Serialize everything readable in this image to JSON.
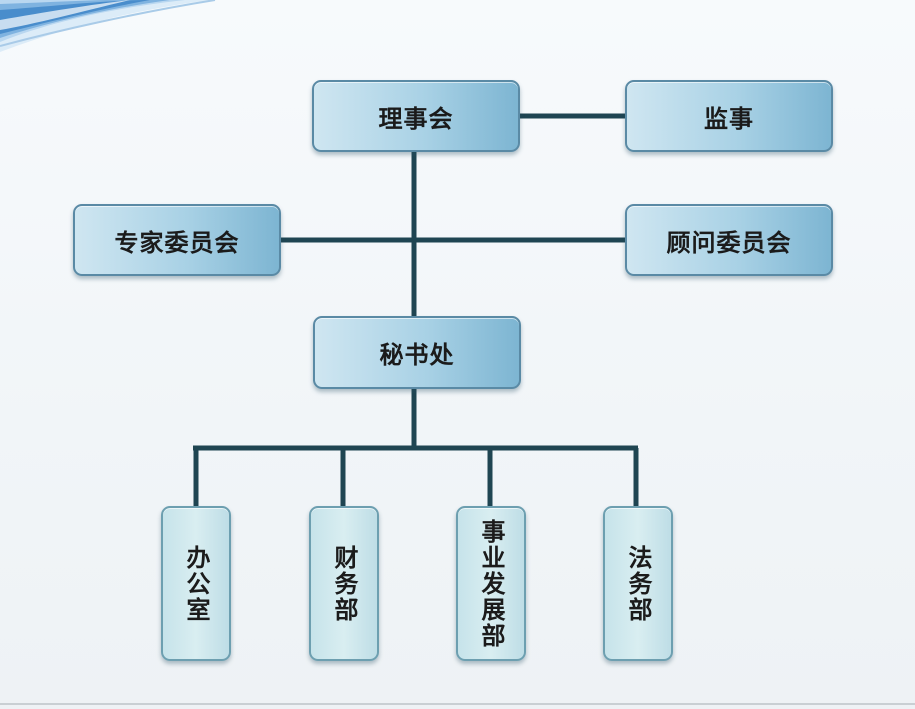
{
  "nodes": {
    "board": "理事会",
    "supervisor": "监事",
    "expert_committee": "专家委员会",
    "advisory_committee": "顾问委员会",
    "secretariat": "秘书处",
    "office": "办公室",
    "finance": "财务部",
    "business_dev": "事业发展部",
    "legal": "法务部"
  },
  "colors": {
    "connector": "#1f4552",
    "box_border": "#5a8aa5",
    "box_fill_light": "#cfe6f1",
    "box_fill_dark": "#7db5d2",
    "dept_fill": "#d9eef1",
    "decor_wave": "#3f86c8"
  }
}
